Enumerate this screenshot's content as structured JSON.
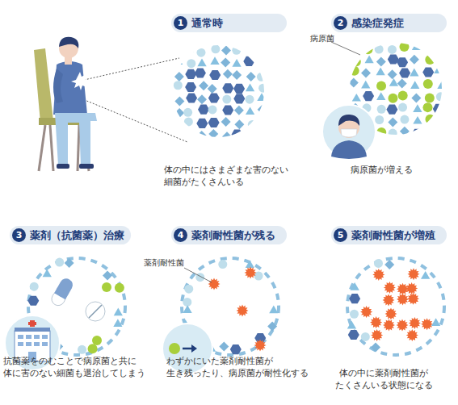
{
  "diagram": {
    "nodes": [
      {
        "text": [
          "1",
          "通常時"
        ]
      },
      {
        "text": [
          "2",
          "感染症発症"
        ]
      },
      {
        "text": [
          "3",
          "薬剤（抗菌薬）治療"
        ]
      },
      {
        "text": [
          "4",
          "薬剤耐性菌が残る"
        ]
      },
      {
        "text": [
          "5",
          "薬剤耐性菌が増殖"
        ]
      }
    ],
    "labels": [
      "体の中にはさまざまな害のない 細菌がたくさんいる",
      "病原菌",
      "病原菌が増える",
      "抗菌薬をのむことで病原菌と共に 体に害のない細菌も退治してしまう",
      "薬剤耐性菌",
      "わずかにいた薬剤耐性菌が 生き残ったり、病原菌が耐性化する",
      "体の中に薬剤耐性菌が たくさんいる状態になる"
    ]
  }
}
